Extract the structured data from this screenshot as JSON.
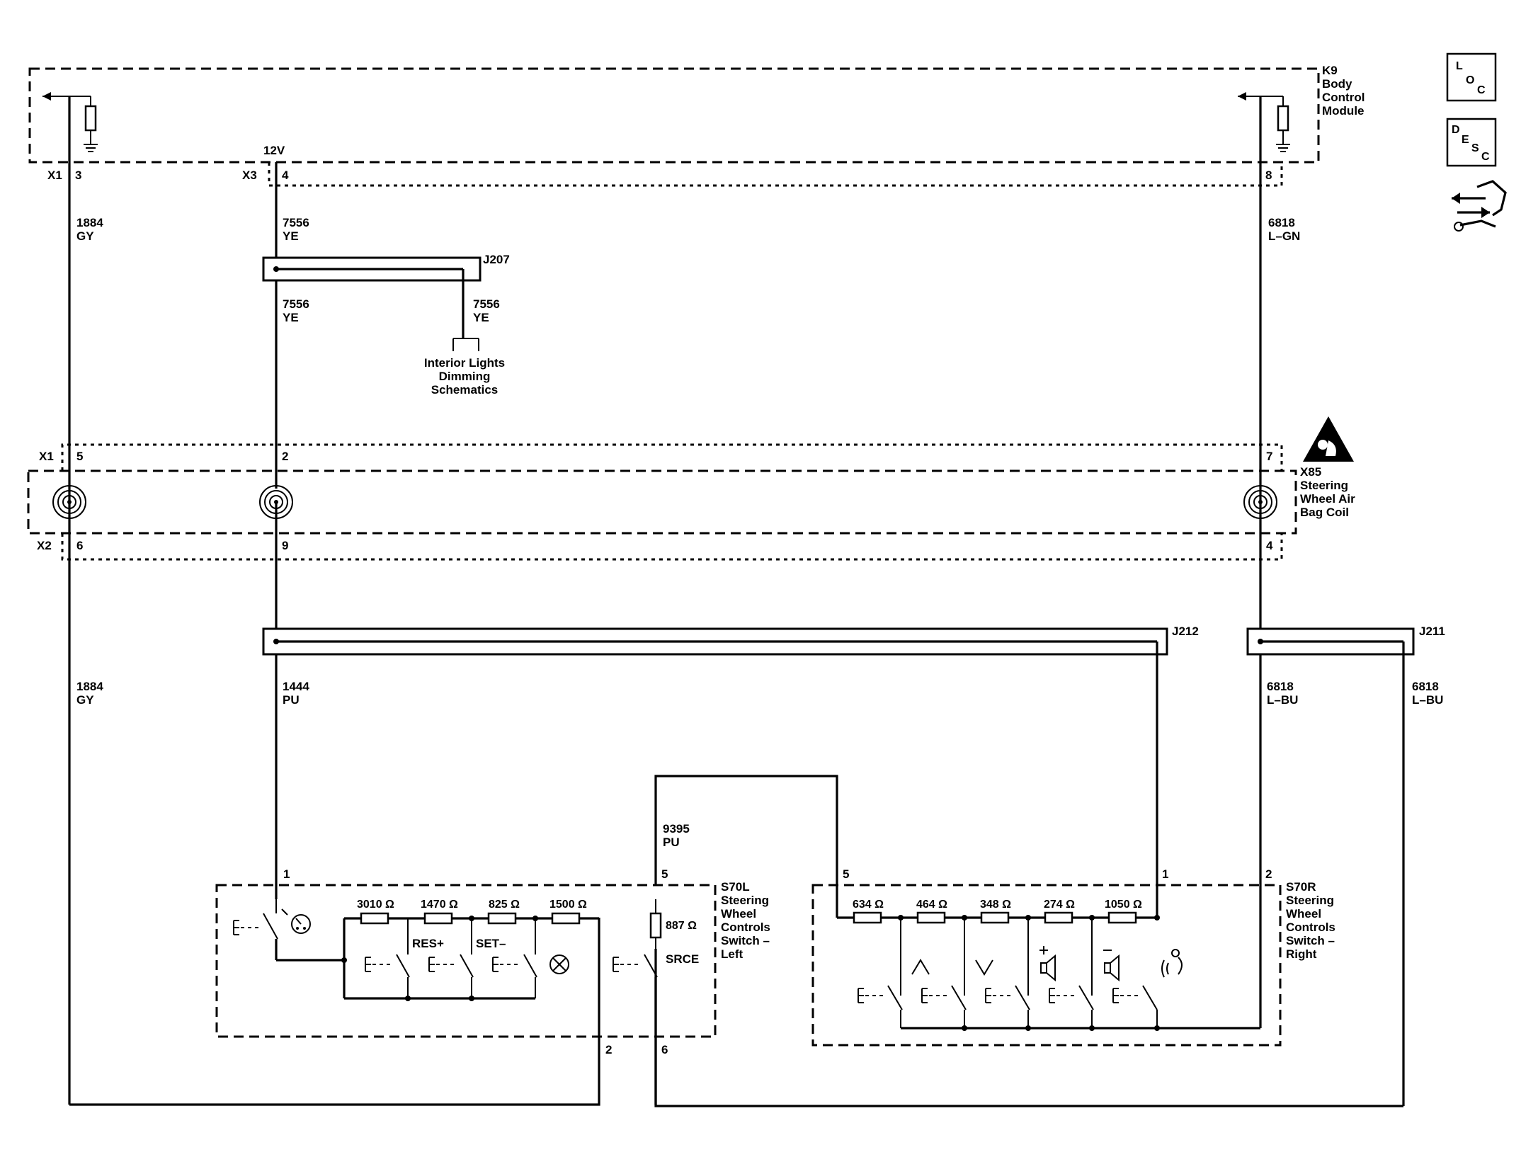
{
  "modules": {
    "bcm": {
      "ref": "K9",
      "name_l1": "Body",
      "name_l2": "Control",
      "name_l3": "Module"
    },
    "coil": {
      "ref": "X85",
      "name_l1": "Steering",
      "name_l2": "Wheel Air",
      "name_l3": "Bag Coil"
    },
    "left_switch": {
      "ref": "S70L",
      "name_l1": "Steering",
      "name_l2": "Wheel",
      "name_l3": "Controls",
      "name_l4": "Switch –",
      "name_l5": "Left"
    },
    "right_switch": {
      "ref": "S70R",
      "name_l1": "Steering",
      "name_l2": "Wheel",
      "name_l3": "Controls",
      "name_l4": "Switch –",
      "name_l5": "Right"
    }
  },
  "connectors": {
    "bcm_x1": "X1",
    "bcm_x1_pin": "3",
    "bcm_x3": "X3",
    "bcm_x3_pin": "4",
    "bcm_pin_right": "8",
    "supply": "12V",
    "coil_x1": "X1",
    "coil_x1_pin_a": "5",
    "coil_x1_pin_b": "2",
    "coil_x1_pin_c": "7",
    "coil_x2": "X2",
    "coil_x2_pin_a": "6",
    "coil_x2_pin_b": "9",
    "coil_x2_pin_c": "4",
    "left_pin_1": "1",
    "left_pin_5": "5",
    "left_pin_2": "2",
    "left_pin_6": "6",
    "right_pin_5": "5",
    "right_pin_1": "1",
    "right_pin_2": "2"
  },
  "splices": {
    "j207": "J207",
    "j212": "J212",
    "j211": "J211"
  },
  "wires": {
    "w1884_top_num": "1884",
    "w1884_top_color": "GY",
    "w7556_top_num": "7556",
    "w7556_top_color": "YE",
    "w6818_top_num": "6818",
    "w6818_top_color": "L–GN",
    "w7556_mid_num": "7556",
    "w7556_mid_color": "YE",
    "w7556_side_num": "7556",
    "w7556_side_color": "YE",
    "w1884_bot_num": "1884",
    "w1884_bot_color": "GY",
    "w1444_num": "1444",
    "w1444_color": "PU",
    "w6818_bl_num": "6818",
    "w6818_bl_color": "L–BU",
    "w6818_br_num": "6818",
    "w6818_br_color": "L–BU",
    "w9395_num": "9395",
    "w9395_color": "PU"
  },
  "reference": {
    "line1": "Interior Lights",
    "line2": "Dimming",
    "line3": "Schematics"
  },
  "left_resistors": [
    "3010 Ω",
    "1470 Ω",
    "825 Ω",
    "1500 Ω"
  ],
  "left_src_resistor": "887 Ω",
  "left_labels": {
    "res": "RES+",
    "set": "SET–",
    "srce": "SRCE"
  },
  "right_resistors": [
    "634 Ω",
    "464 Ω",
    "348 Ω",
    "274 Ω",
    "1050 Ω"
  ],
  "icons": {
    "loc": {
      "l": "L",
      "o": "O",
      "c": "C"
    },
    "desc": {
      "d": "D",
      "e": "E",
      "s": "S",
      "c": "C"
    }
  }
}
